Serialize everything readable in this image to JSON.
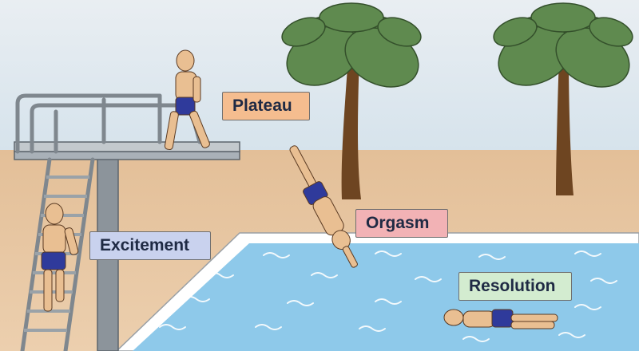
{
  "colors": {
    "sky": "#dfe8ef",
    "sand": "#e8c7a3",
    "pool_water": "#8ec9ea",
    "pool_edge": "#ffffff",
    "deck_steel": "#9ea6ad",
    "skin": "#e9bf92",
    "trunks": "#2f3a9b",
    "palm_leaf": "#5f8a4f",
    "palm_trunk": "#6e4521"
  },
  "labels": {
    "plateau": {
      "text": "Plateau",
      "bg": "#f5bd8f"
    },
    "excitement": {
      "text": "Excitement",
      "bg": "#c9d2ee"
    },
    "orgasm": {
      "text": "Orgasm",
      "bg": "#f2b2b5"
    },
    "resolution": {
      "text": "Resolution",
      "bg": "#d3ecd0"
    }
  }
}
